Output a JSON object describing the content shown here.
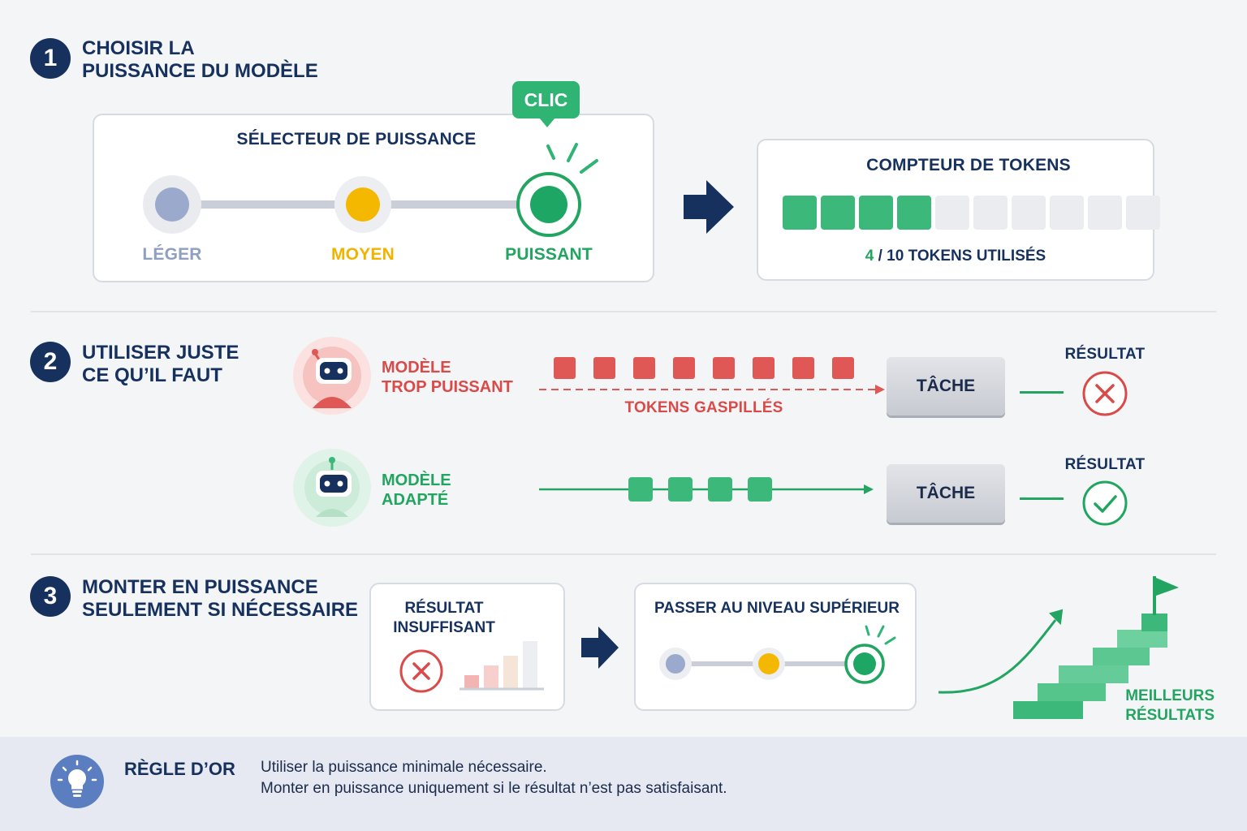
{
  "colors": {
    "navy": "#17315e",
    "green": "#22a560",
    "red": "#d94a48",
    "yellow": "#f0b400",
    "light_blue": "#8f9fbf"
  },
  "step1": {
    "number": "1",
    "title": "CHOISIR LA\nPUISSANCE DU MODÈLE",
    "selector": {
      "title": "SÉLECTEUR DE PUISSANCE",
      "click_badge": "CLIC",
      "options": [
        {
          "label": "LÉGER",
          "color": "#9aa9cc",
          "selected": false
        },
        {
          "label": "MOYEN",
          "color": "#f5b800",
          "selected": false
        },
        {
          "label": "PUISSANT",
          "color": "#1da664",
          "selected": true
        }
      ]
    },
    "arrow_icon": "right-arrow-icon",
    "counter": {
      "title": "COMPTEUR DE TOKENS",
      "used": 4,
      "total": 10,
      "used_text": "4",
      "rest_text": " / 10 TOKENS UTILISÉS"
    }
  },
  "step2": {
    "number": "2",
    "title": "UTILISER JUSTE\nCE QU’IL FAUT",
    "rows": [
      {
        "model_label": "MODÈLE\nTROP PUISSANT",
        "robot_icon": "robot-icon",
        "tokens_label": "TOKENS GASPILLÉS",
        "token_count": 8,
        "task_label": "TÂCHE",
        "result_label": "RÉSULTAT",
        "result_icon": "cross-circle-icon"
      },
      {
        "model_label": "MODÈLE\nADAPTÉ",
        "robot_icon": "robot-icon",
        "token_count": 4,
        "task_label": "TÂCHE",
        "result_label": "RÉSULTAT",
        "result_icon": "check-circle-icon"
      }
    ]
  },
  "step3": {
    "number": "3",
    "title": "MONTER EN PUISSANCE\nSEULEMENT SI NÉCESSAIRE",
    "insufficient": {
      "title": "RÉSULTAT\nINSUFFISANT",
      "icon": "cross-circle-icon"
    },
    "upgrade": {
      "title": "PASSER AU NIVEAU SUPÉRIEUR"
    },
    "better": {
      "label": "MEILLEURS\nRÉSULTATS",
      "icon": "staircase-flag-icon"
    }
  },
  "footer": {
    "icon": "lightbulb-icon",
    "title": "RÈGLE D’OR",
    "line1": "Utiliser la puissance minimale nécessaire.",
    "line2": "Monter en puissance uniquement si le résultat n’est pas satisfaisant."
  }
}
